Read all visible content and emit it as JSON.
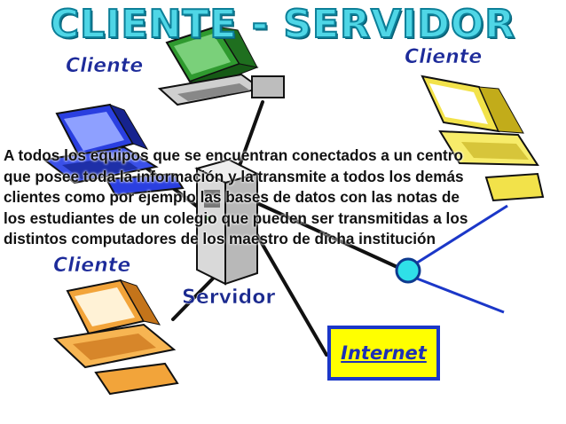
{
  "title": "CLIENTE - SERVIDOR",
  "labels": {
    "client_top_left": "Cliente",
    "client_top_right": "Cliente",
    "client_left": "Cliente",
    "server": "Servidor",
    "internet": "Internet"
  },
  "description_lines": [
    "A todos los equipos que se encuentran conectados a un centro",
    "que posee toda la información y la transmite a todos los demás",
    "clientes como por ejemplo las bases de datos con las notas de",
    "los estudiantes de un colegio que pueden ser transmitidas a los",
    "distintos computadores de los maestro de dicha institución"
  ],
  "colors": {
    "title_fill": "#4fd6e6",
    "title_stroke": "#0c7f98",
    "label_text": "#1d2b9a",
    "internet_box_fill": "#ffff00",
    "internet_box_border": "#1b37c8",
    "network_hub": "#2fe0e8",
    "client_blue": "#2a3fe0",
    "client_yellow": "#f2e24a",
    "client_orange": "#f2a43a",
    "client_green": "#2f9a2f",
    "server_gray": "#d9d9d9"
  },
  "icons": [
    "client-computer-green-icon",
    "client-computer-blue-icon",
    "client-computer-yellow-icon",
    "client-computer-orange-icon",
    "server-tower-icon",
    "network-hub-icon"
  ]
}
